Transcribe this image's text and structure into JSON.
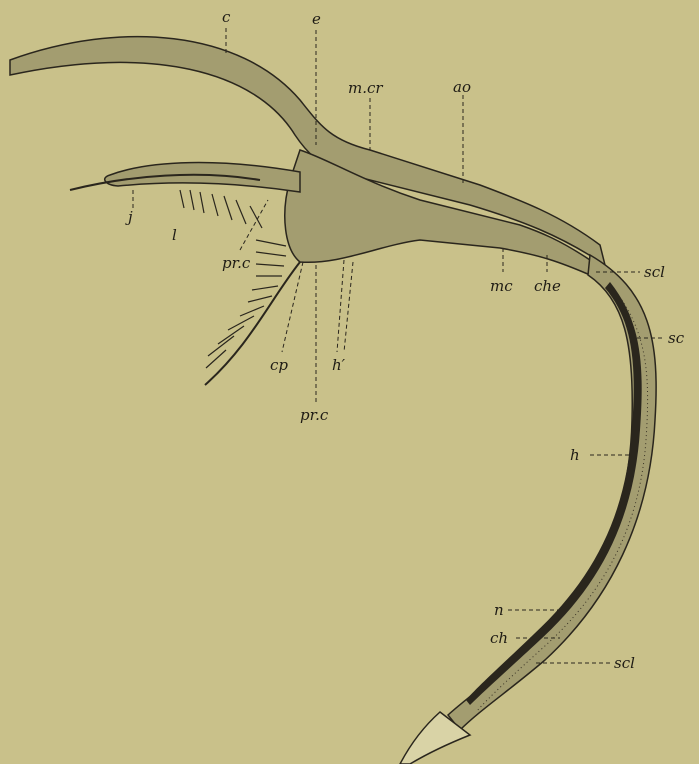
{
  "labels": {
    "c": "c",
    "e": "e",
    "m_cr": "m.cr",
    "ao": "ao",
    "scl_top": "scl",
    "sc": "sc",
    "j": "j",
    "l": "l",
    "pr_c_left": "pr.c",
    "mc": "mc",
    "che": "che",
    "h_prime": "h′",
    "cp": "cp",
    "pr_c_bottom": "pr.c",
    "h": "h",
    "n": "n",
    "ch": "ch",
    "scl_bottom": "scl"
  }
}
